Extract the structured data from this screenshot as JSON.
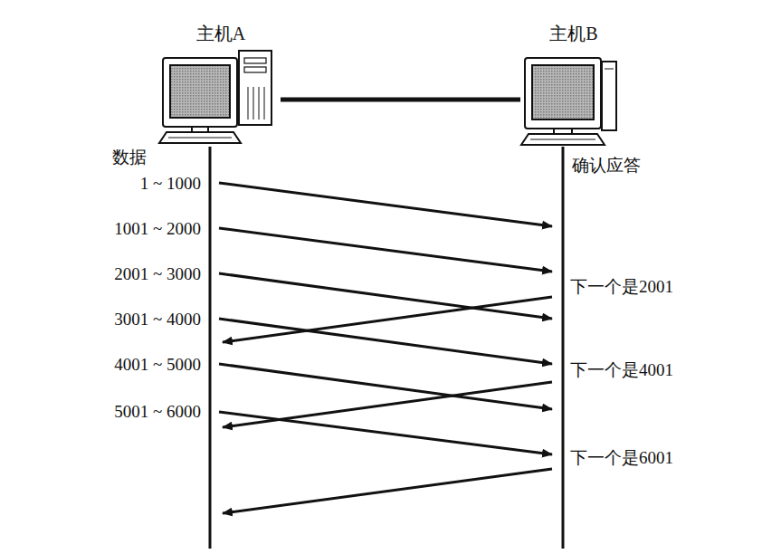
{
  "diagram": {
    "nodes": [
      {
        "text": [
          "主机A"
        ]
      },
      {
        "text": [
          "主机B"
        ]
      }
    ],
    "edges": [
      {
        "from": 0,
        "to": 1,
        "arrow": "none"
      }
    ],
    "labels": [
      "数据",
      "1 ~ 1000",
      "1001 ~ 2000",
      "2001 ~ 3000",
      "3001 ~ 4000",
      "4001 ~ 5000",
      "5001 ~ 6000",
      "确认应答",
      "下一个是2001",
      "下一个是4001",
      "下一个是6001"
    ]
  }
}
